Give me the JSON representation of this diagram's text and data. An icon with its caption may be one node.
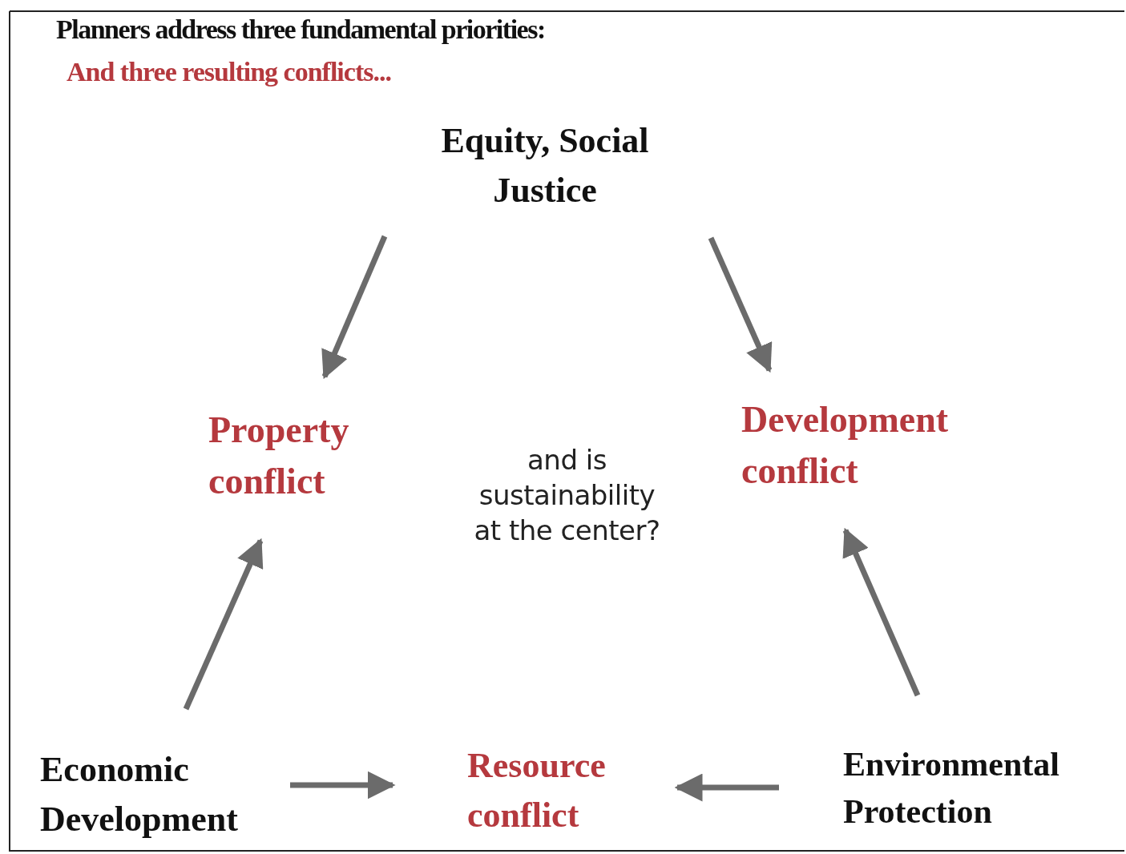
{
  "diagram": {
    "title": "Planners address three fundamental priorities:",
    "nodes": [
      {
        "text": [
          "Equity, Social Justice"
        ]
      },
      {
        "text": [
          "Property conflict"
        ]
      },
      {
        "text": [
          "Development conflict"
        ]
      },
      {
        "text": [
          "Economic Development"
        ]
      },
      {
        "text": [
          "Resource conflict"
        ]
      },
      {
        "text": [
          "Environmental Protection"
        ]
      }
    ],
    "edges": [
      {
        "from": 0,
        "to": 1,
        "arrow": "to"
      },
      {
        "from": 0,
        "to": 2,
        "arrow": "to"
      },
      {
        "from": 3,
        "to": 1,
        "arrow": "to"
      },
      {
        "from": 5,
        "to": 2,
        "arrow": "to"
      },
      {
        "from": 3,
        "to": 4,
        "arrow": "to"
      },
      {
        "from": 5,
        "to": 4,
        "arrow": "to"
      }
    ],
    "labels": [
      "And three resulting conflicts...",
      "and is sustainability at the center?"
    ]
  }
}
